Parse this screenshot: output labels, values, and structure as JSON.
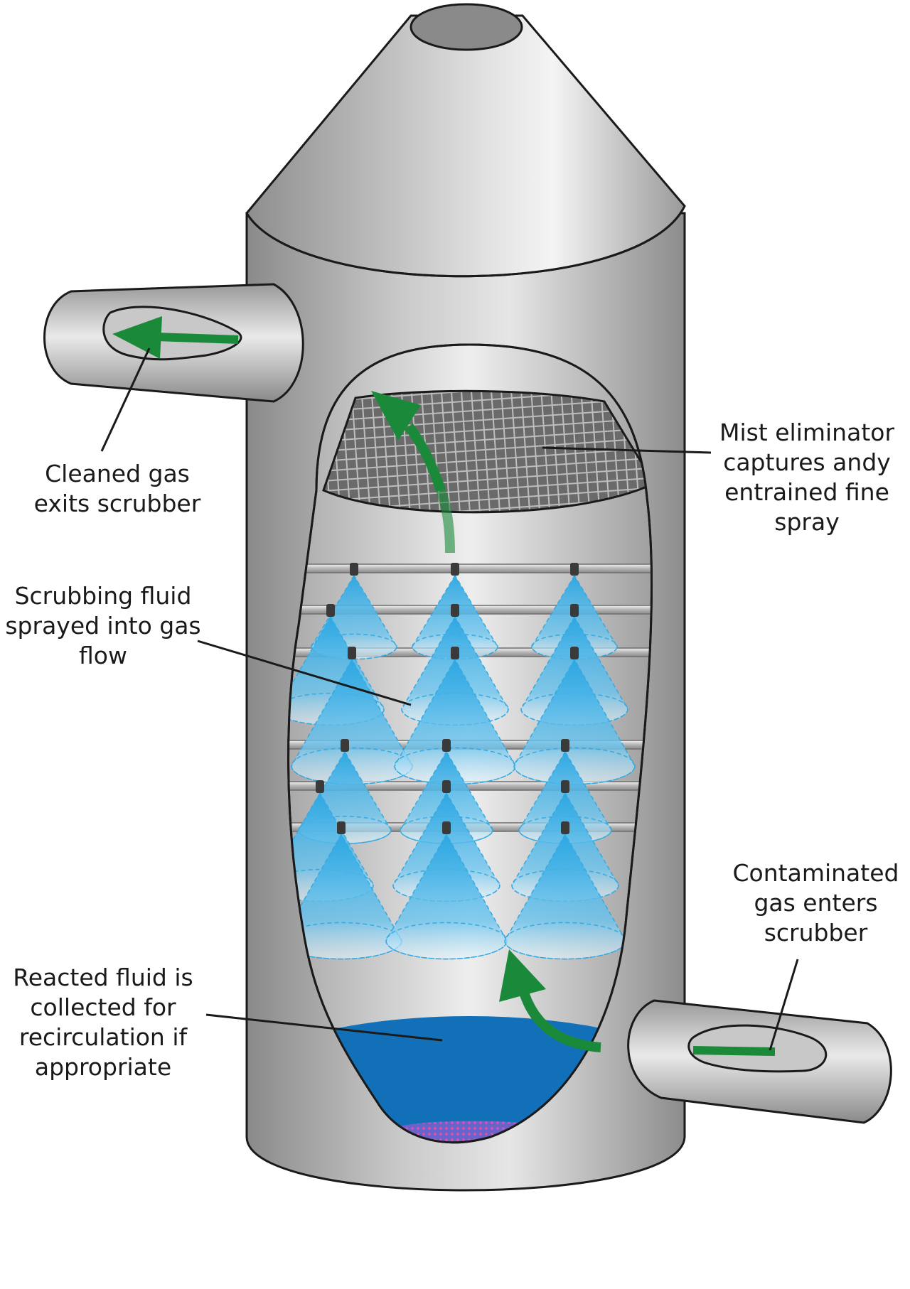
{
  "labels": {
    "cleaned_gas": [
      "Cleaned gas",
      "exits scrubber"
    ],
    "mist_eliminator": [
      "Mist eliminator",
      "captures andy",
      "entrained fine",
      "spray"
    ],
    "scrubbing_fluid": [
      "Scrubbing fluid",
      "sprayed into gas",
      "flow"
    ],
    "contaminated_gas": [
      "Contaminated",
      "gas enters",
      "scrubber"
    ],
    "reacted_fluid": [
      "Reacted fluid is",
      "collected for",
      "recirculation if",
      "appropriate"
    ]
  },
  "colors": {
    "shell": "#b8b8b8",
    "shell_dark": "#7f7f7f",
    "interior": "#d9d9d9",
    "spray": "#4fb3e6",
    "fluid": "#1170b8",
    "arrow": "#1a8a3a",
    "outline": "#1a1a1a"
  }
}
